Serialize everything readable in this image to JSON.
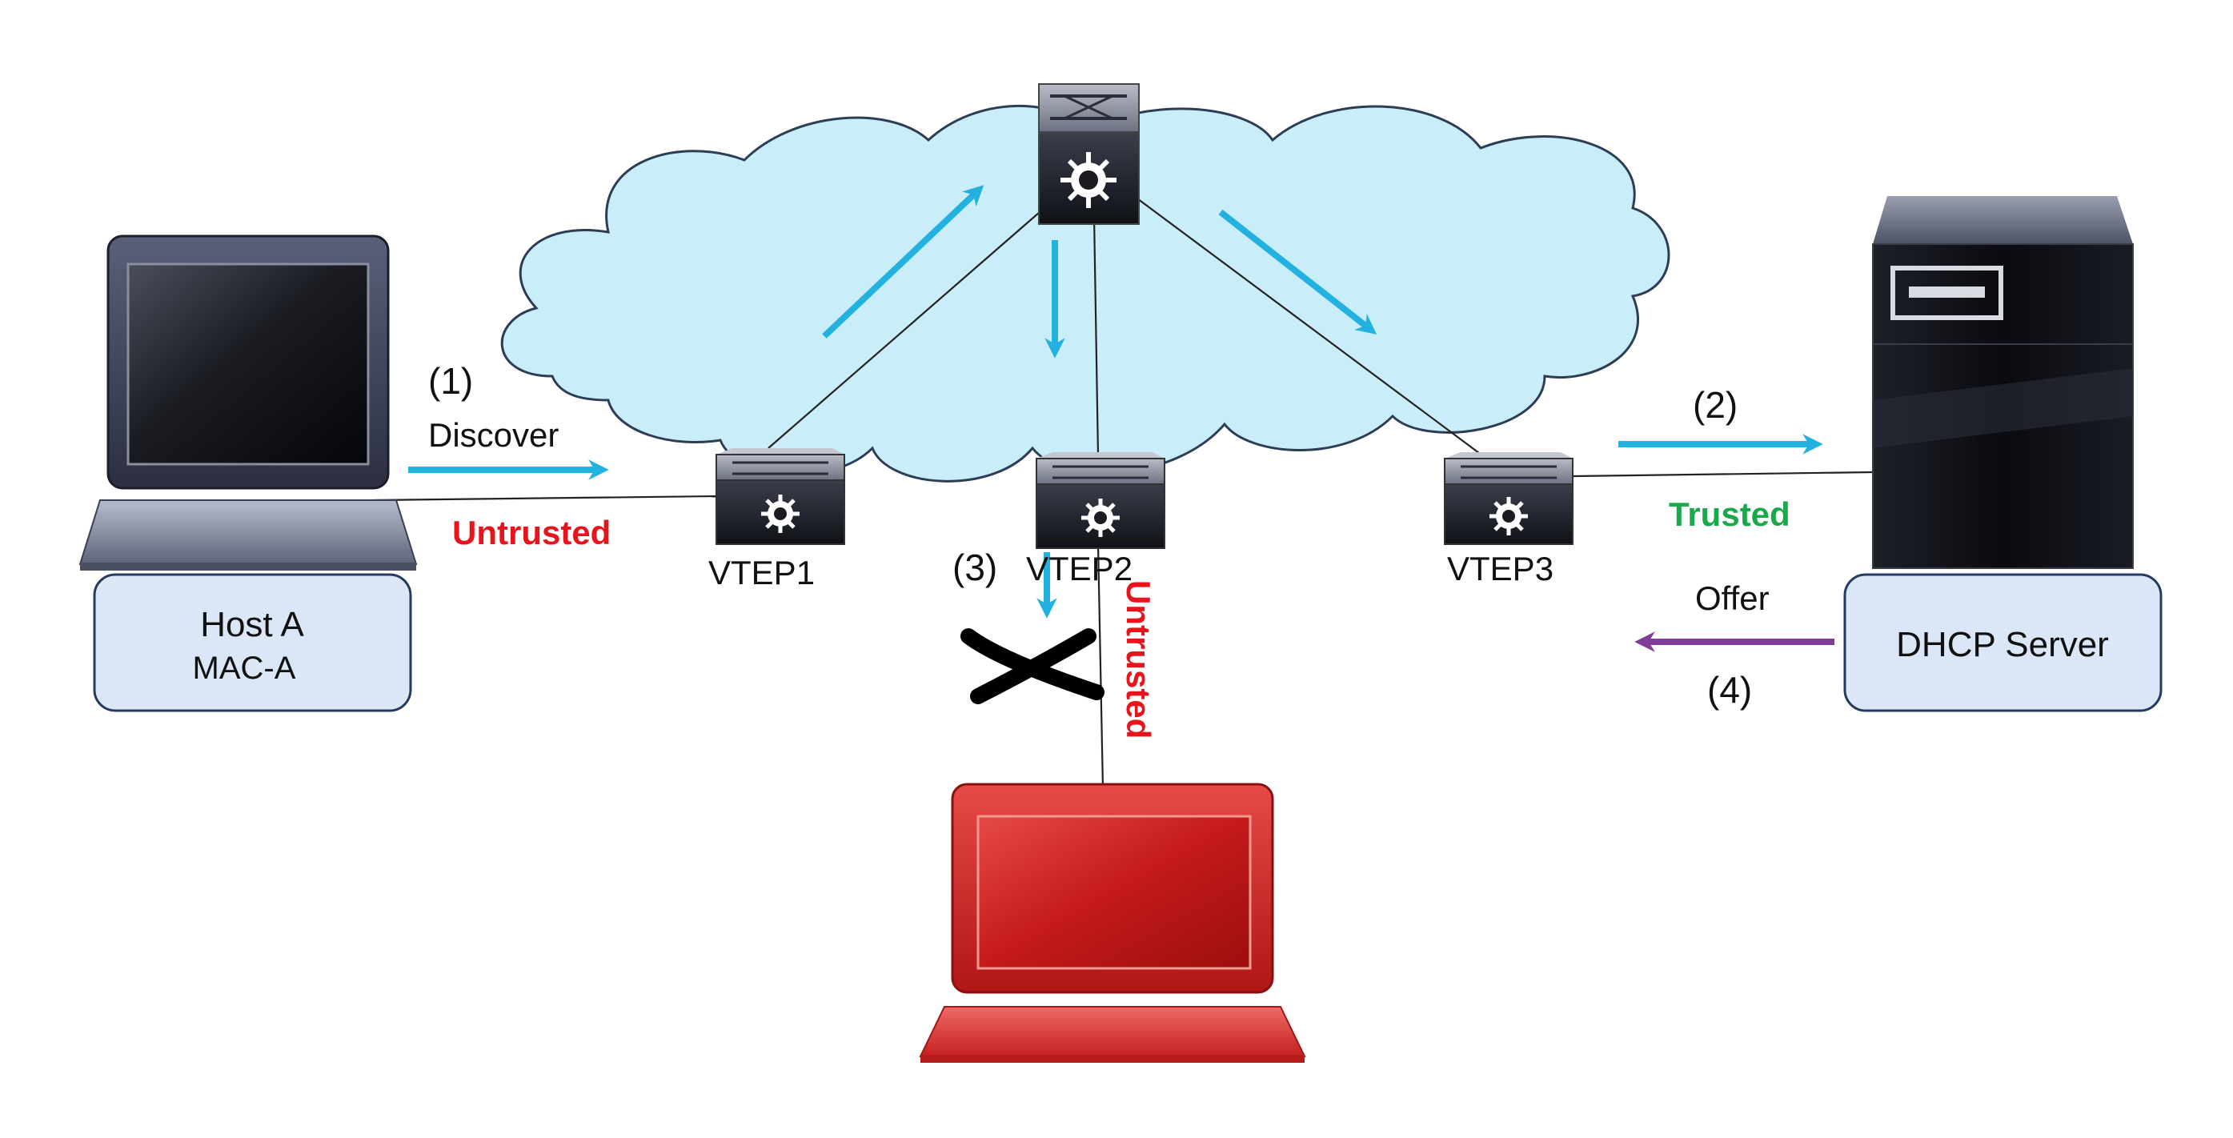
{
  "steps": {
    "s1": "(1)",
    "s2": "(2)",
    "s3": "(3)",
    "s4": "(4)"
  },
  "labels": {
    "discover": "Discover",
    "offer": "Offer",
    "untrusted_vtep1": "Untrusted",
    "untrusted_vtep2": "Untrusted",
    "trusted_vtep3": "Trusted"
  },
  "devices": {
    "vtep1": "VTEP1",
    "vtep2": "VTEP2",
    "vtep3": "VTEP3"
  },
  "host_a": {
    "name": "Host A",
    "mac": "MAC-A"
  },
  "dhcp_server": {
    "name": "DHCP Server"
  },
  "colors": {
    "cloud_fill": "#c9eef9",
    "flow_arrow": "#23b2e0",
    "offer_arrow": "#7f3f98",
    "untrusted": "#e8141b",
    "trusted": "#1aa94a",
    "rogue_host": "#c81d1d"
  },
  "icons": {
    "spine": "spine-switch-icon",
    "leaf": "leaf-switch-icon",
    "laptop": "laptop-icon",
    "server": "server-icon",
    "blocked": "blocked-x-icon"
  }
}
